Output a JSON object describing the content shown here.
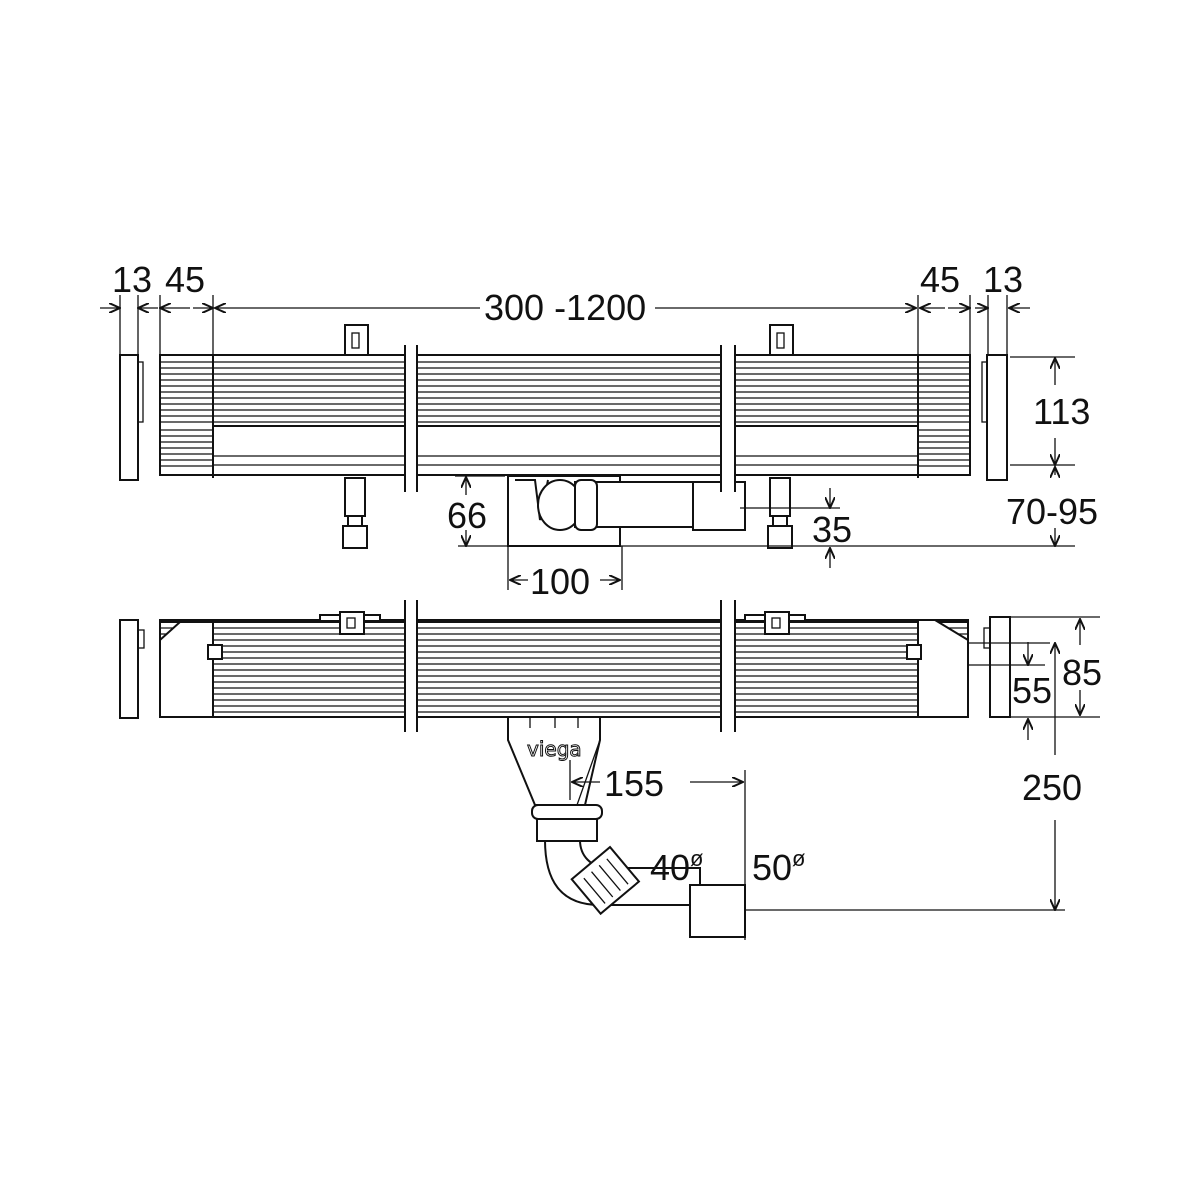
{
  "title": "Viega shower channel dimension drawing",
  "brand": "viega",
  "colors": {
    "line": "#111111",
    "background": "#ffffff"
  },
  "top_view": {
    "end_plate_left": "13",
    "end_zone_left": "45",
    "length_range": "300 -1200",
    "end_zone_right": "45",
    "end_plate_right": "13",
    "height": "113",
    "installation_height": "70-95",
    "outlet_height": "66",
    "outlet_width": "100",
    "pipe_axis_height": "35"
  },
  "bottom_view": {
    "overall_height": "85",
    "inner_height": "55",
    "outlet_depth": "250",
    "outlet_offset": "155",
    "diameter_small": "40",
    "diameter_large": "50",
    "diameter_symbol": "ø"
  }
}
